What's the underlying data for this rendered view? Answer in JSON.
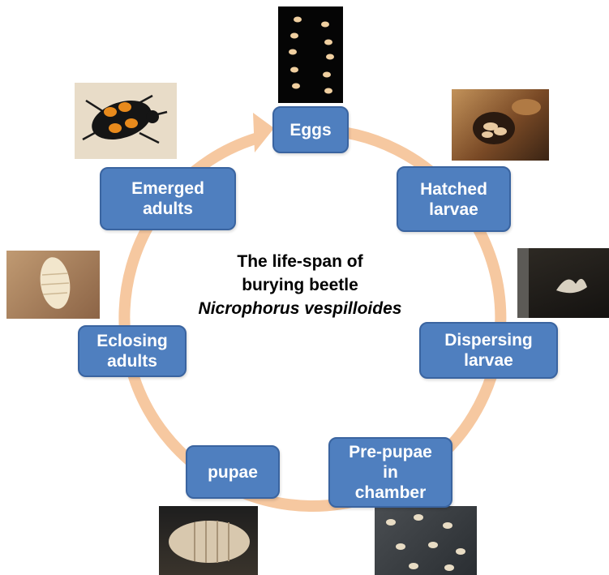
{
  "title": {
    "line1": "The life-span of",
    "line2": "burying beetle",
    "species": "Nicrophorus vespilloides"
  },
  "stages": {
    "eggs": "Eggs",
    "hatched_larvae": {
      "line1": "Hatched",
      "line2": "larvae"
    },
    "dispersing_larvae": {
      "line1": "Dispersing",
      "line2": "larvae"
    },
    "pre_pupae": {
      "line1": "Pre-pupae",
      "line2": "in",
      "line3": "chamber"
    },
    "pupae": "pupae",
    "eclosing_adults": {
      "line1": "Eclosing",
      "line2": "adults"
    },
    "emerged_adults": {
      "line1": "Emerged",
      "line2": "adults"
    }
  },
  "colors": {
    "stage_fill": "#4f7fbf",
    "cycle_arrow": "#f6c8a0"
  }
}
